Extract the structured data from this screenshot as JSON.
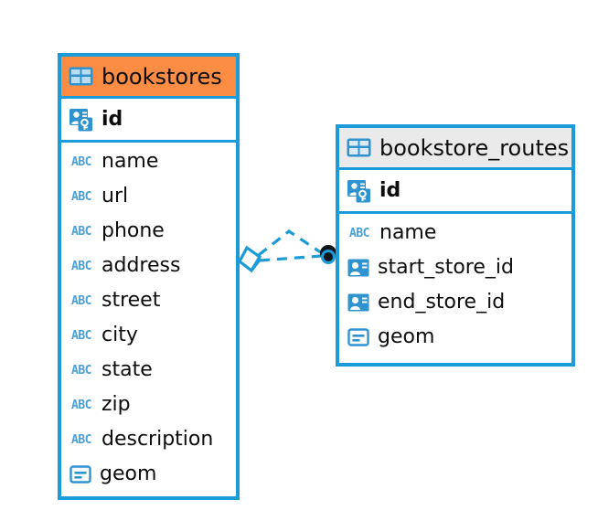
{
  "diagram": {
    "type": "entity-relationship-diagram",
    "background_color": "#ffffff",
    "accent_color": "#1b9cd8",
    "highlight_color": "#fb8c44",
    "header_gray": "#eaeaea",
    "icon_blue": "#2e93cf"
  },
  "entities": [
    {
      "id": "bookstores",
      "name": "bookstores",
      "header_style": "orange",
      "header_icon": "table-icon",
      "primary_keys": [
        {
          "name": "id",
          "icon": "primary-key-icon"
        }
      ],
      "fields": [
        {
          "name": "name",
          "icon": "abc-text-icon",
          "icon_label": "ABC"
        },
        {
          "name": "url",
          "icon": "abc-text-icon",
          "icon_label": "ABC"
        },
        {
          "name": "phone",
          "icon": "abc-text-icon",
          "icon_label": "ABC"
        },
        {
          "name": "address",
          "icon": "abc-text-icon",
          "icon_label": "ABC"
        },
        {
          "name": "street",
          "icon": "abc-text-icon",
          "icon_label": "ABC"
        },
        {
          "name": "city",
          "icon": "abc-text-icon",
          "icon_label": "ABC"
        },
        {
          "name": "state",
          "icon": "abc-text-icon",
          "icon_label": "ABC"
        },
        {
          "name": "zip",
          "icon": "abc-text-icon",
          "icon_label": "ABC"
        },
        {
          "name": "description",
          "icon": "abc-text-icon",
          "icon_label": "ABC"
        },
        {
          "name": "geom",
          "icon": "geometry-icon",
          "icon_label": ""
        }
      ]
    },
    {
      "id": "bookstore_routes",
      "name": "bookstore_routes",
      "header_style": "gray",
      "header_icon": "table-icon",
      "primary_keys": [
        {
          "name": "id",
          "icon": "primary-key-icon"
        }
      ],
      "fields": [
        {
          "name": "name",
          "icon": "abc-text-icon",
          "icon_label": "ABC"
        },
        {
          "name": "start_store_id",
          "icon": "foreign-key-icon",
          "icon_label": ""
        },
        {
          "name": "end_store_id",
          "icon": "foreign-key-icon",
          "icon_label": ""
        },
        {
          "name": "geom",
          "icon": "geometry-icon",
          "icon_label": ""
        }
      ]
    }
  ],
  "relationships": [
    {
      "id": "rel-start-store",
      "from_entity": "bookstores",
      "to_entity": "bookstore_routes",
      "from_endpoint": "diamond",
      "to_endpoint": "filled-circle",
      "line_style": "dashed",
      "shape": "arched"
    },
    {
      "id": "rel-end-store",
      "from_entity": "bookstores",
      "to_entity": "bookstore_routes",
      "from_endpoint": "diamond",
      "to_endpoint": "filled-circle",
      "line_style": "dashed",
      "shape": "straight"
    }
  ]
}
